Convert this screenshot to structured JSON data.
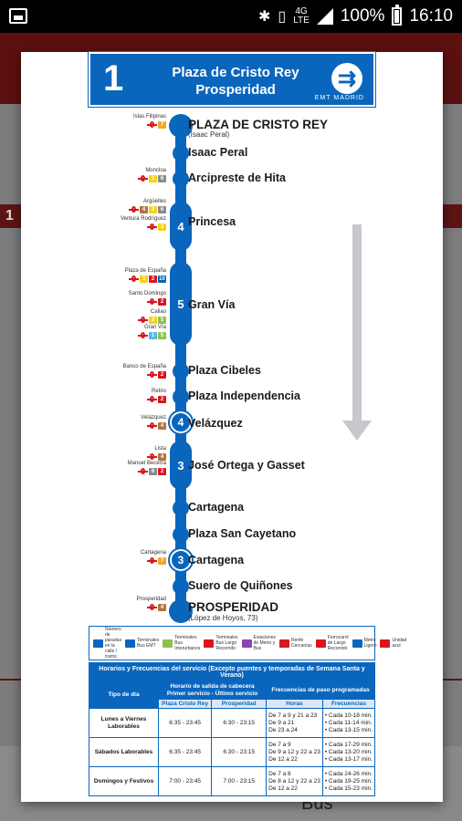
{
  "status_bar": {
    "network": "4G",
    "network_sub": "LTE",
    "battery": "100%",
    "time": "16:10"
  },
  "background_app": {
    "route_number": "1",
    "bottom_label": "Bus"
  },
  "header": {
    "line_number": "1",
    "name_line1": "Plaza de Cristo Rey",
    "name_line2": "Prosperidad",
    "logo_text": "EMT MADRID"
  },
  "segments": [
    "4",
    "5",
    "4",
    "3",
    "3"
  ],
  "stops": [
    {
      "name": "PLAZA DE CRISTO REY",
      "sub": "(Isaac Peral)",
      "terminal": true
    },
    {
      "name": "Isaac Peral"
    },
    {
      "name": "Arcipreste de Hita"
    },
    {
      "name": "Princesa"
    },
    {
      "name": "Gran Vía"
    },
    {
      "name": "Plaza Cibeles"
    },
    {
      "name": "Plaza Independencia"
    },
    {
      "name": "Velázquez"
    },
    {
      "name": "José Ortega y Gasset"
    },
    {
      "name": "Cartagena"
    },
    {
      "name": "Plaza San Cayetano"
    },
    {
      "name": "Cartagena"
    },
    {
      "name": "Suero de Quiñones"
    },
    {
      "name": "PROSPERIDAD",
      "sub": "(López de Hoyos, 73)",
      "terminal": true
    }
  ],
  "connections": [
    {
      "name": "Islas Filipinas",
      "lines": [
        "7"
      ],
      "colors": [
        "#f5a623"
      ]
    },
    {
      "name": "Moncloa",
      "lines": [
        "3",
        "6"
      ],
      "colors": [
        "#f7d117",
        "#8a8a8a"
      ]
    },
    {
      "name": "Argüelles",
      "lines": [
        "4",
        "3",
        "6"
      ],
      "colors": [
        "#b3733d",
        "#f7d117",
        "#8a8a8a"
      ]
    },
    {
      "name": "Ventura Rodríguez",
      "lines": [
        "3"
      ],
      "colors": [
        "#f7d117"
      ]
    },
    {
      "name": "Plaza de España",
      "lines": [
        "3",
        "2",
        "10"
      ],
      "colors": [
        "#f7d117",
        "#d7171f",
        "#0063b1"
      ]
    },
    {
      "name": "Santo Domingo",
      "lines": [
        "2"
      ],
      "colors": [
        "#d7171f"
      ]
    },
    {
      "name": "Callao",
      "lines": [
        "3",
        "5"
      ],
      "colors": [
        "#f7d117",
        "#90c24a"
      ]
    },
    {
      "name": "Gran Vía",
      "lines": [
        "1",
        "5"
      ],
      "colors": [
        "#5ab4e5",
        "#90c24a"
      ]
    },
    {
      "name": "Banco de España",
      "lines": [
        "2"
      ],
      "colors": [
        "#d7171f"
      ]
    },
    {
      "name": "Retiro",
      "lines": [
        "2"
      ],
      "colors": [
        "#d7171f"
      ]
    },
    {
      "name": "Velázquez",
      "lines": [
        "4"
      ],
      "colors": [
        "#b3733d"
      ]
    },
    {
      "name": "Lista",
      "lines": [
        "4"
      ],
      "colors": [
        "#b3733d"
      ]
    },
    {
      "name": "Manuel Becerra",
      "lines": [
        "6",
        "2"
      ],
      "colors": [
        "#8a8a8a",
        "#d7171f"
      ]
    },
    {
      "name": "Cartagena",
      "lines": [
        "7"
      ],
      "colors": [
        "#f5a623"
      ]
    },
    {
      "name": "Prosperidad",
      "lines": [
        "4"
      ],
      "colors": [
        "#b3733d"
      ]
    }
  ],
  "legend": [
    {
      "label": "Número de paradas en la calle / tramo",
      "color": "#0a66bd"
    },
    {
      "label": "Terminales Bus EMT",
      "color": "#0a66bd"
    },
    {
      "label": "Terminales Bus Interurbanos",
      "color": "#90c24a"
    },
    {
      "label": "Terminales Bus Largo Recorrido",
      "color": "#d7171f"
    },
    {
      "label": "Estaciones de Metro y Bus",
      "color": "#8e44ad"
    },
    {
      "label": "Renfe Cercanías",
      "color": "#d7171f"
    },
    {
      "label": "Ferrocarril de Largo Recorrido",
      "color": "#d7171f"
    },
    {
      "label": "Metro Ligero",
      "color": "#0a66bd"
    },
    {
      "label": "Unidad azul",
      "color": "#d7171f"
    }
  ],
  "schedule": {
    "title": "Horarios y Frecuencias del servicio (Excepto puentes y temporadas de Semana Santa y Verano)",
    "col_day_type": "Tipo de día",
    "col_hours": "Horario de salida de cabecera Primer servicio - Último servicio",
    "col_freq": "Frecuencias de paso programadas",
    "sub_from": "Plaza Cristo Rey",
    "sub_to": "Prosperidad",
    "sub_hora": "Horas",
    "sub_freq": "Frecuencias",
    "rows": [
      {
        "day": "Lunes a Viernes Laborables",
        "from": "6:35 - 23:45",
        "to": "6:30 - 23:15",
        "hours": "De 7 a 9 y 21 a 23\nDe 9 a 21\nDe 23 a 24",
        "freq": "• Cada 10-18 min.\n• Cada 11-14 min.\n• Cada 13-15 min."
      },
      {
        "day": "Sábados Laborables",
        "from": "6:35 - 23:45",
        "to": "6:30 - 23:15",
        "hours": "De 7 a 9\nDe 9 a 12 y 22 a 23\nDe 12 a 22",
        "freq": "• Cada 17-29 min.\n• Cada 13-20 min.\n• Cada 13-17 min."
      },
      {
        "day": "Domingos y Festivos",
        "from": "7:00 - 23:45",
        "to": "7:00 - 23:15",
        "hours": "De 7 a 8\nDe 8 a 12 y 22 a 23\nDe 12 a 22",
        "freq": "• Cada 24-26 min.\n• Cada 19-25 min.\n• Cada 15-23 min."
      }
    ]
  }
}
